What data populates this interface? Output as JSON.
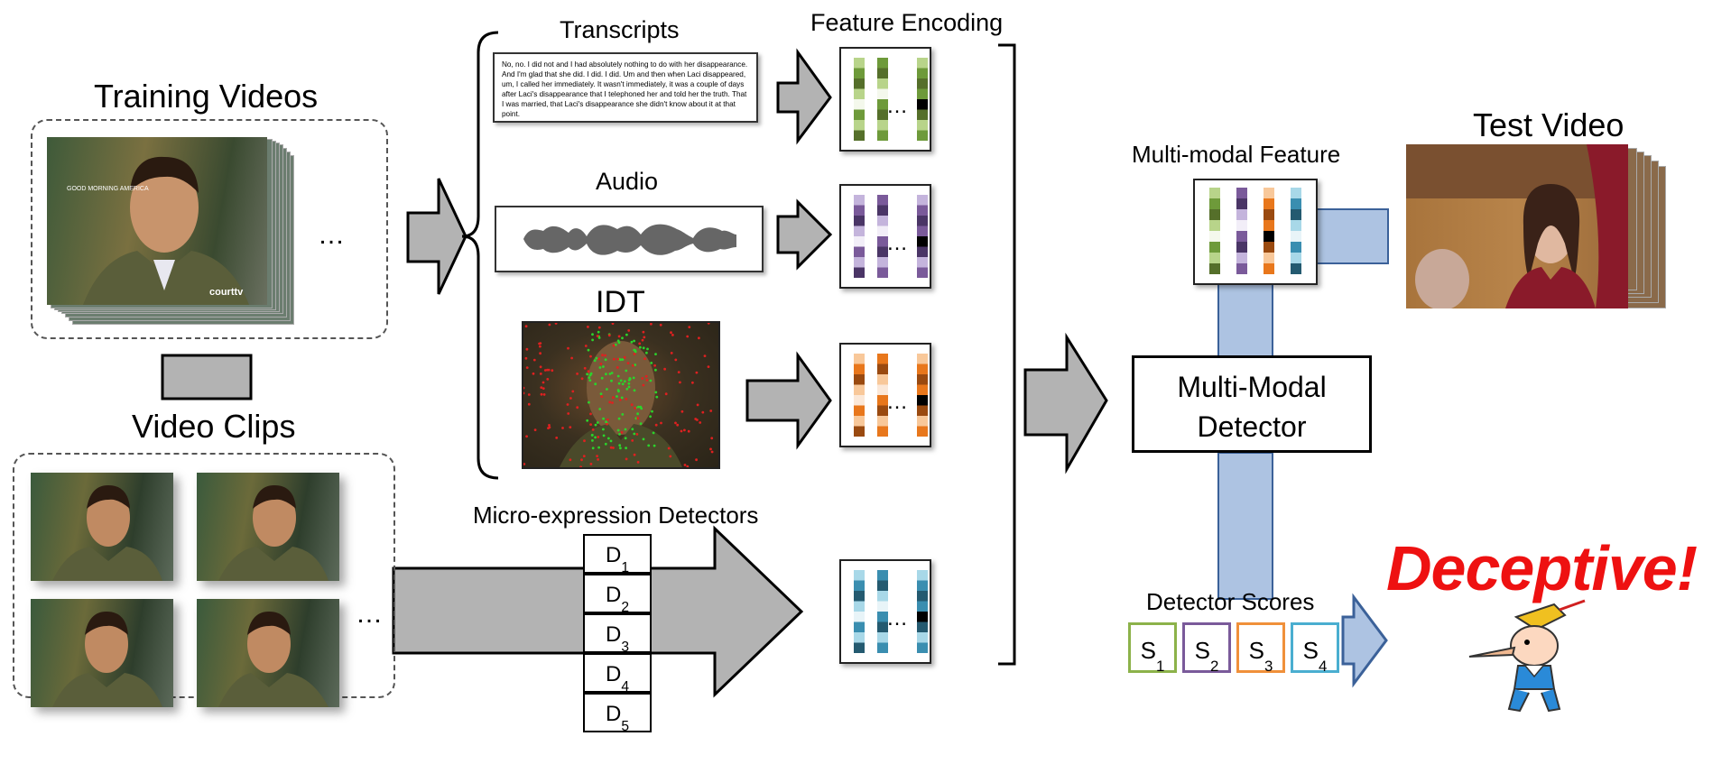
{
  "labels": {
    "training_videos": "Training Videos",
    "video_clips": "Video Clips",
    "transcripts": "Transcripts",
    "feature_encoding": "Feature Encoding",
    "audio": "Audio",
    "idt": "IDT",
    "micro_expression_detectors": "Micro-expression Detectors",
    "multi_modal_feature": "Multi-modal Feature",
    "test_video": "Test Video",
    "detector_line1": "Multi-Modal",
    "detector_line2": "Detector",
    "detector_scores": "Detector Scores",
    "deceptive_word": "Deceptive",
    "deceptive_bang": "!",
    "ellipsis": "…"
  },
  "transcript_text": "No, no. I did not and I had absolutely nothing to do with her disappearance. And I'm glad that she did. I did. I did. Um and then when Laci disappeared, um, I called her immediately. It wasn't immediately, it was a couple of days after Laci's disappearance that I telephoned her  and told her the truth. That I was married, that Laci's disappearance she didn't know about it at that point.",
  "video_overlay": {
    "channel_top": "GOOD MORNING AMERICA",
    "channel_logo": "courttv"
  },
  "detectors": [
    {
      "letter": "D",
      "sub": "1"
    },
    {
      "letter": "D",
      "sub": "2"
    },
    {
      "letter": "D",
      "sub": "3"
    },
    {
      "letter": "D",
      "sub": "4"
    },
    {
      "letter": "D",
      "sub": "5"
    }
  ],
  "scores": [
    {
      "letter": "S",
      "sub": "1",
      "color": "#8cb24a"
    },
    {
      "letter": "S",
      "sub": "2",
      "color": "#7a5a9a"
    },
    {
      "letter": "S",
      "sub": "3",
      "color": "#f0903a"
    },
    {
      "letter": "S",
      "sub": "4",
      "color": "#4aaed0"
    }
  ],
  "palettes": {
    "green": [
      "#b8d48a",
      "#6e9a3a",
      "#556f2a",
      "#000000",
      "#f4f8ec"
    ],
    "purple": [
      "#c4b4dc",
      "#7a5a9a",
      "#4a3566",
      "#000000",
      "#f2eef8"
    ],
    "orange": [
      "#f8c89a",
      "#e8771c",
      "#9a4a10",
      "#000000",
      "#fbe8d8"
    ],
    "teal": [
      "#a8d8e8",
      "#3a8eb0",
      "#245a70",
      "#000000",
      "#e8f4f8"
    ]
  },
  "colors": {
    "gray_arrow": "#b3b3b3",
    "blue_connector": "#adc3e2",
    "blue_connector_border": "#3b6199",
    "deceptive": "#ee1111"
  }
}
